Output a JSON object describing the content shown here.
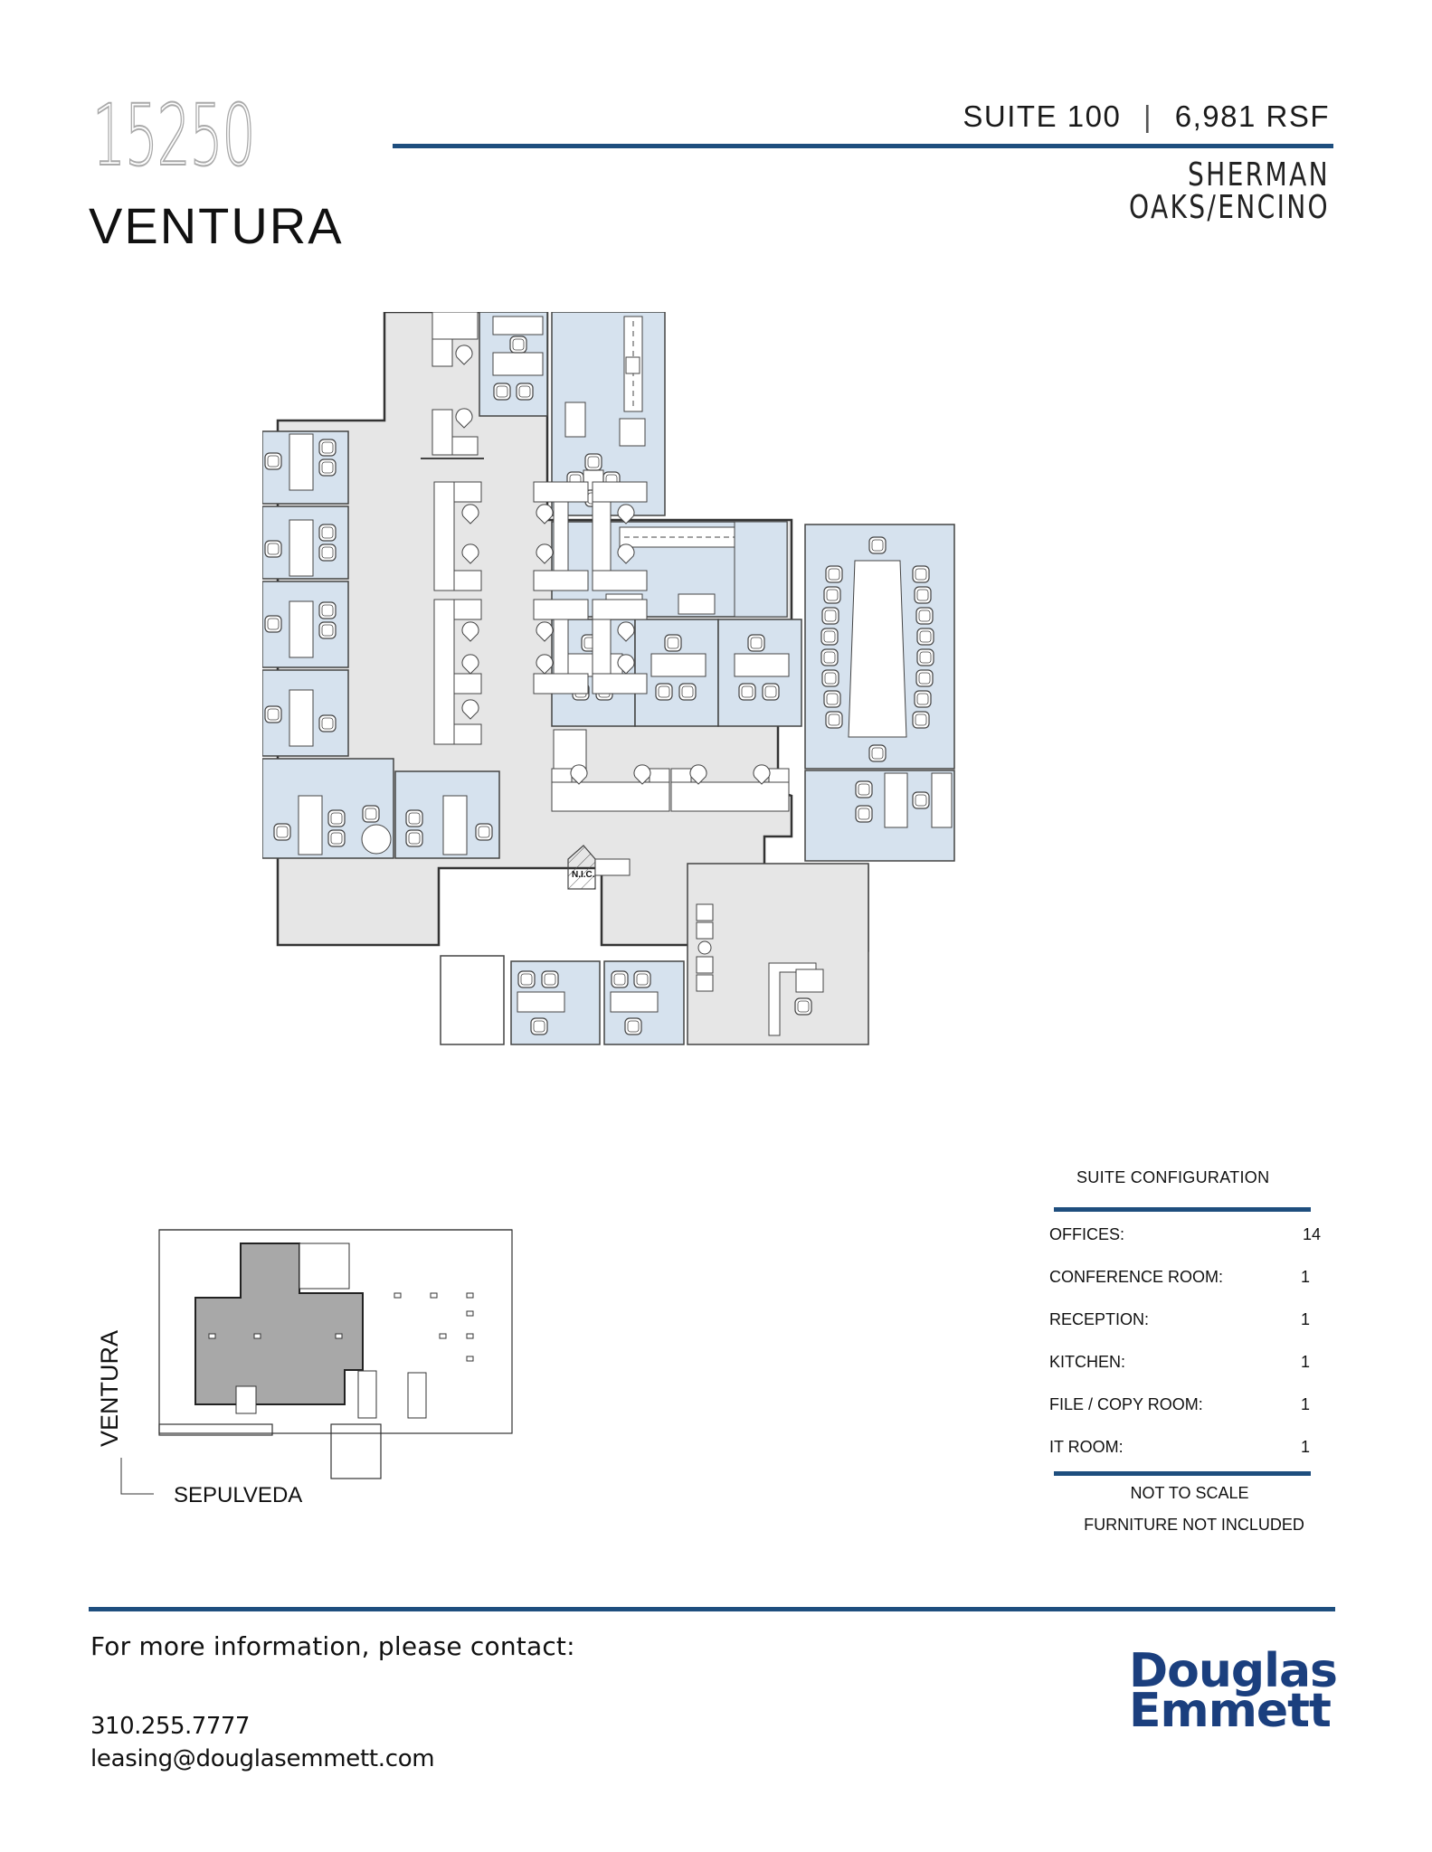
{
  "header": {
    "building_number": "15250",
    "building_street": "VENTURA",
    "suite": "SUITE 100",
    "separator": "|",
    "rsf": "6,981 RSF",
    "submarket": "SHERMAN OAKS/ENCINO",
    "rule_color": "#1e4e7e"
  },
  "floor_plan": {
    "label_nic": "N.I.C.",
    "colors": {
      "common_area": "#e6e6e6",
      "office": "#d6e2ee",
      "furniture": "#ffffff",
      "wall": "#4a4a4a"
    }
  },
  "key_plan": {
    "street_vertical": "VENTURA",
    "street_horizontal": "SEPULVEDA",
    "suite_fill": "#a8a8a8"
  },
  "suite_configuration": {
    "title": "SUITE CONFIGURATION",
    "rows": [
      {
        "label": "OFFICES:",
        "value": "14"
      },
      {
        "label": "CONFERENCE ROOM:",
        "value": "1"
      },
      {
        "label": "RECEPTION:",
        "value": "1"
      },
      {
        "label": "KITCHEN:",
        "value": "1"
      },
      {
        "label": "FILE / COPY ROOM:",
        "value": "1"
      },
      {
        "label": "IT ROOM:",
        "value": "1"
      }
    ],
    "note_scale": "NOT TO SCALE",
    "note_furniture": "FURNITURE NOT INCLUDED"
  },
  "footer": {
    "contact_heading": "For more information, please contact:",
    "phone": "310.255.7777",
    "email": "leasing@douglasemmett.com",
    "logo_line1": "Douglas",
    "logo_line2": "Emmett",
    "brand_color": "#1b3f7e"
  }
}
